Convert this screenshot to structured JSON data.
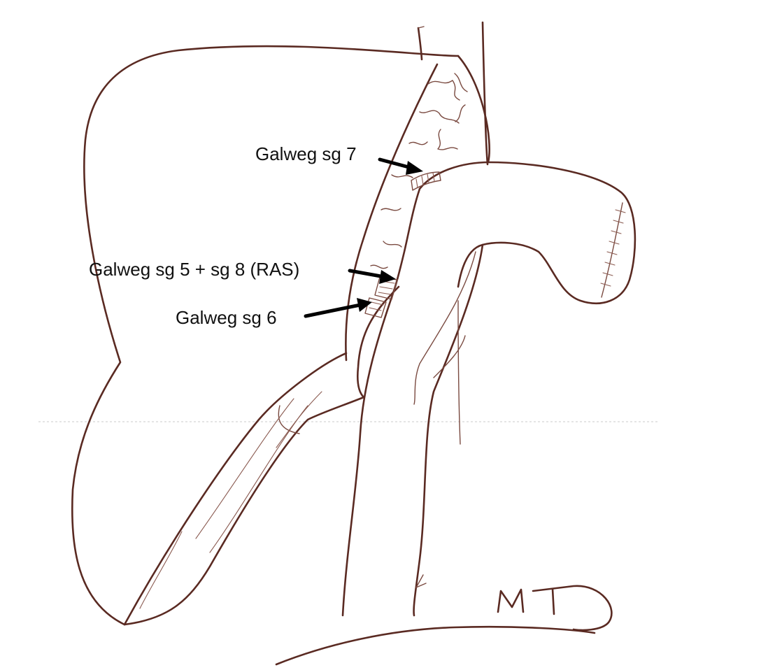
{
  "labels": {
    "sg7": "Galweg sg 7",
    "sg5_8": "Galweg sg 5 + sg 8 (RAS)",
    "sg6": "Galweg sg 6"
  },
  "colors": {
    "ink": "#5a2a22",
    "arrow": "#000000",
    "background": "#ffffff"
  }
}
